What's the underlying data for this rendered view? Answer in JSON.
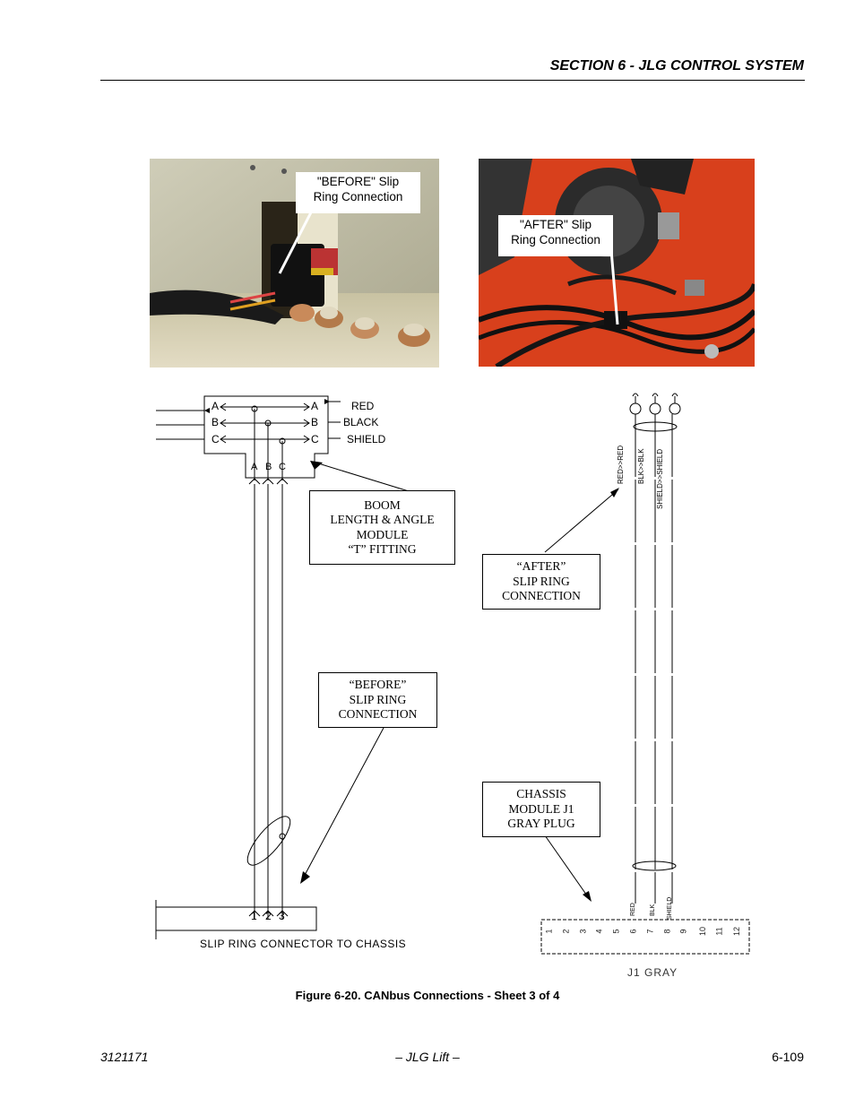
{
  "header": {
    "section_title": "SECTION 6 - JLG CONTROL SYSTEM"
  },
  "photos": {
    "before": {
      "label": "\"BEFORE\" Slip\nRing Connection"
    },
    "after": {
      "label": "\"AFTER\" Slip\nRing Connection"
    }
  },
  "left_diagram": {
    "wire_labels": [
      "RED",
      "BLACK",
      "SHIELD"
    ],
    "pin_letters": [
      "A",
      "B",
      "C"
    ],
    "bottom_pins": [
      "1",
      "2",
      "3"
    ],
    "connector_label": "SLIP RING CONNECTOR TO CHASSIS",
    "callout_module": "BOOM\nLENGTH & ANGLE\nMODULE\n“T” FITTING",
    "callout_before": "“BEFORE”\nSLIP RING\nCONNECTION"
  },
  "right_diagram": {
    "wire_tags": [
      "RED>>RED",
      "BLK>>BLK",
      "SHIELD>>SHIELD"
    ],
    "wire_small_tags": [
      "RED",
      "BLK",
      "SHIELD"
    ],
    "pin_numbers": [
      "1",
      "2",
      "3",
      "4",
      "5",
      "6",
      "7",
      "8",
      "9",
      "10",
      "11",
      "12"
    ],
    "plug_label": "J1 GRAY",
    "callout_after": "“AFTER”\nSLIP RING\nCONNECTION",
    "callout_chassis": "CHASSIS\nMODULE J1\nGRAY PLUG"
  },
  "caption": "Figure 6-20.  CANbus Connections - Sheet 3 of 4",
  "footer": {
    "doc_number": "3121171",
    "center": "– JLG Lift –",
    "page": "6-109"
  }
}
